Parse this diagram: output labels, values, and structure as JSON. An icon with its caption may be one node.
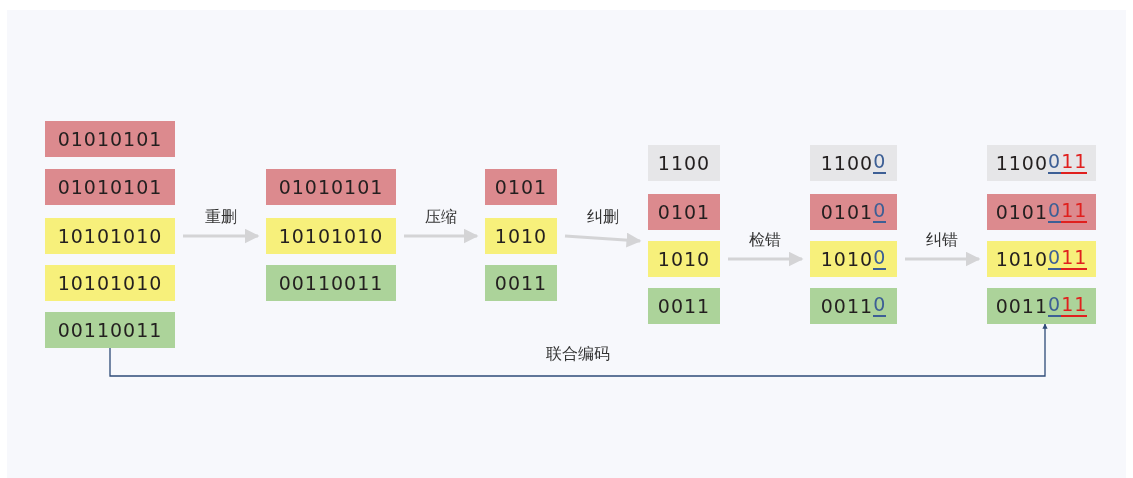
{
  "diagram": {
    "nodes": [
      {
        "text": [
          "01010101"
        ]
      },
      {
        "text": [
          "01010101"
        ]
      },
      {
        "text": [
          "10101010"
        ]
      },
      {
        "text": [
          "10101010"
        ]
      },
      {
        "text": [
          "00110011"
        ]
      },
      {
        "text": [
          "01010101"
        ]
      },
      {
        "text": [
          "10101010"
        ]
      },
      {
        "text": [
          "00110011"
        ]
      },
      {
        "text": [
          "0101"
        ]
      },
      {
        "text": [
          "1010"
        ]
      },
      {
        "text": [
          "0011"
        ]
      },
      {
        "text": [
          "1100"
        ]
      },
      {
        "text": [
          "0101"
        ]
      },
      {
        "text": [
          "1010"
        ]
      },
      {
        "text": [
          "0011"
        ]
      },
      {
        "text": [
          "1100",
          "0"
        ]
      },
      {
        "text": [
          "0101",
          "0"
        ]
      },
      {
        "text": [
          "1010",
          "0"
        ]
      },
      {
        "text": [
          "0011",
          "0"
        ]
      },
      {
        "text": [
          "1100",
          "0",
          "11"
        ]
      },
      {
        "text": [
          "0101",
          "0",
          "11"
        ]
      },
      {
        "text": [
          "1010",
          "0",
          "11"
        ]
      },
      {
        "text": [
          "0011",
          "0",
          "11"
        ]
      }
    ],
    "edges": [
      {
        "from": 2,
        "to": 6,
        "arrow": "to",
        "label": "重删"
      },
      {
        "from": 6,
        "to": 9,
        "arrow": "to",
        "label": "压缩"
      },
      {
        "from": 9,
        "to": 13,
        "arrow": "to",
        "label": "纠删"
      },
      {
        "from": 13,
        "to": 17,
        "arrow": "to",
        "label": "检错"
      },
      {
        "from": 17,
        "to": 21,
        "arrow": "to",
        "label": "纠错"
      },
      {
        "from": 4,
        "to": 22,
        "arrow": "to",
        "label": "联合编码",
        "color": "#2f4b78"
      }
    ]
  }
}
